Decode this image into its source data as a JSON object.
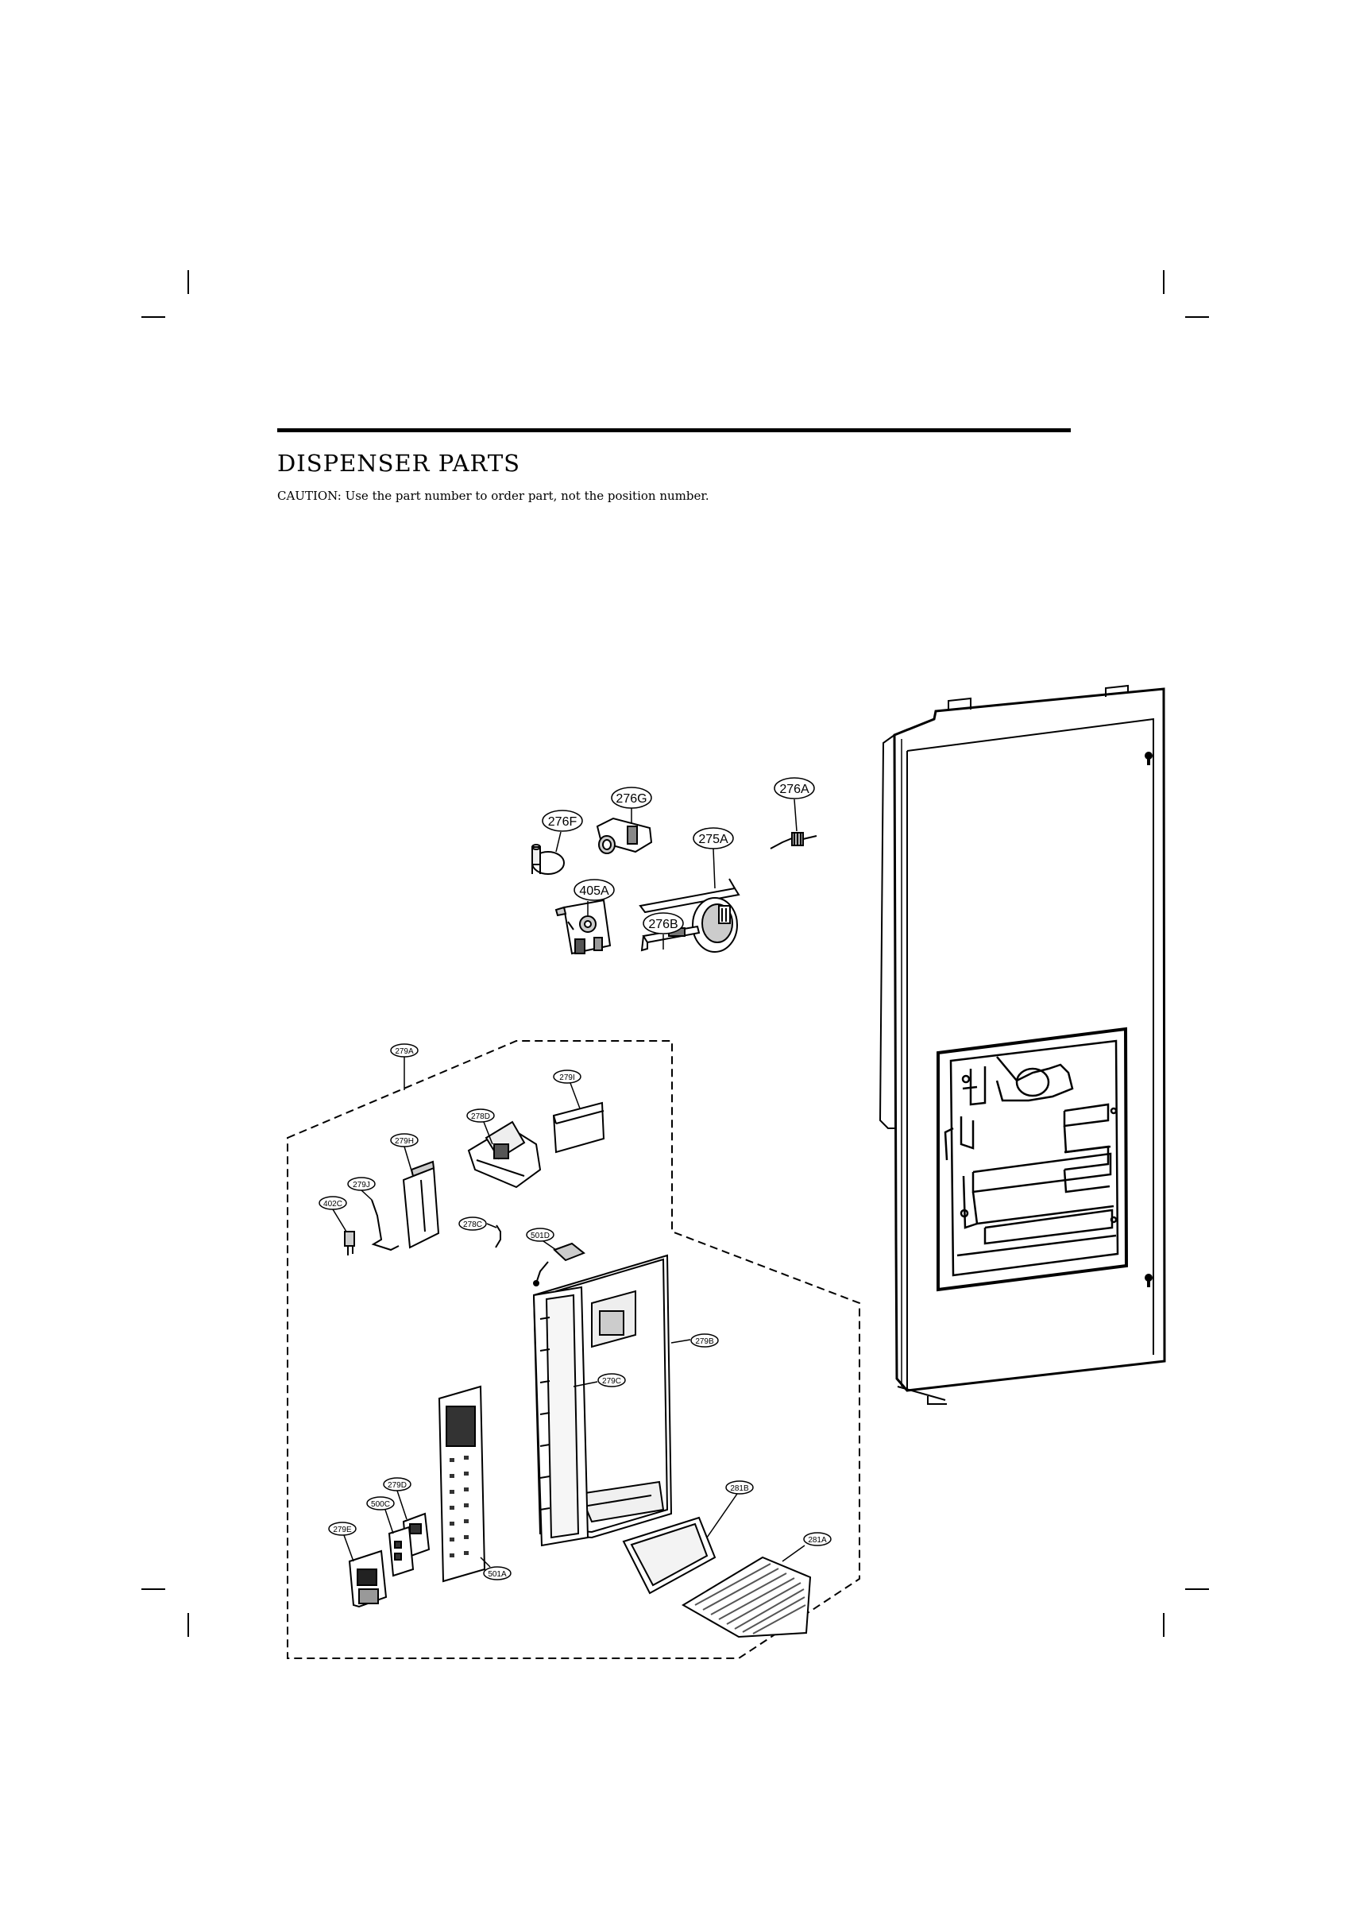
{
  "page": {
    "title": "DISPENSER PARTS",
    "caution": "CAUTION: Use the part number to order part, not the position number."
  },
  "labels": {
    "p276A": "276A",
    "p276G": "276G",
    "p276F": "276F",
    "p275A": "275A",
    "p405A": "405A",
    "p276B": "276B",
    "p279A": "279A",
    "p279I": "279I",
    "p278D": "278D",
    "p279H": "279H",
    "p279J": "279J",
    "p402C": "402C",
    "p278C": "278C",
    "p501D": "501D",
    "p279B": "279B",
    "p279C": "279C",
    "p279D": "279D",
    "p500C": "500C",
    "p279E": "279E",
    "p501A": "501A",
    "p281B": "281B",
    "p281A": "281A"
  }
}
